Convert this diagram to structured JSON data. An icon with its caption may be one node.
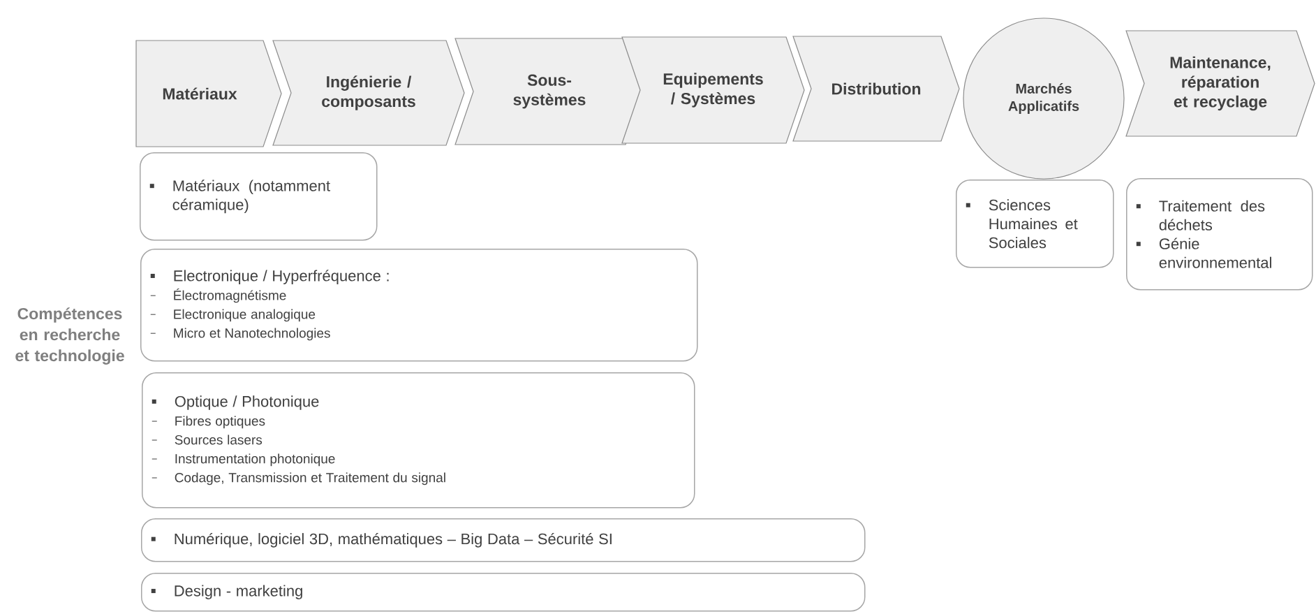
{
  "diagram": {
    "nodes": [
      {
        "text": [
          "Matériaux"
        ]
      },
      {
        "text": [
          "Ingénierie / composants"
        ]
      },
      {
        "text": [
          "Sous-systèmes"
        ]
      },
      {
        "text": [
          "Equipements / Systèmes"
        ]
      },
      {
        "text": [
          "Distribution"
        ]
      },
      {
        "text": [
          "Marchés Applicatifs"
        ]
      },
      {
        "text": [
          "Maintenance, réparation et recyclage"
        ]
      },
      {
        "text": [
          "Matériaux (notamment céramique)"
        ]
      },
      {
        "text": [
          "Electronique / Hyperfréquence :",
          "Électromagnétisme",
          "Electronique analogique",
          "Micro et Nanotechnologies"
        ]
      },
      {
        "text": [
          "Optique / Photonique",
          "Fibres optiques",
          "Sources lasers",
          "Instrumentation photonique",
          "Codage, Transmission et Traitement du signal"
        ]
      },
      {
        "text": [
          "Numérique, logiciel 3D, mathématiques – Big Data – Sécurité SI"
        ]
      },
      {
        "text": [
          "Design - marketing"
        ]
      },
      {
        "text": [
          "Sciences Humaines et Sociales"
        ]
      },
      {
        "text": [
          "Traitement des déchets",
          "Génie environnemental"
        ]
      }
    ],
    "labels": [
      "Compétences en recherche et technologie"
    ]
  }
}
